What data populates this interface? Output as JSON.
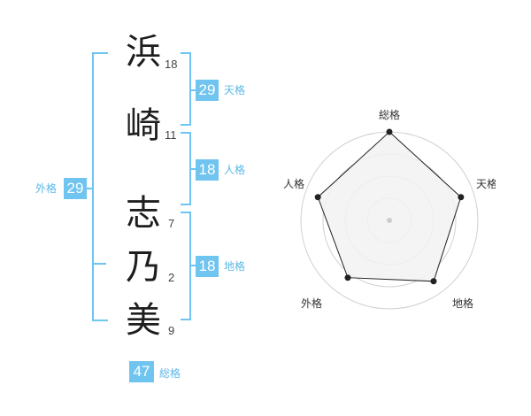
{
  "name": [
    {
      "char": "浜",
      "strokes": "18"
    },
    {
      "char": "崎",
      "strokes": "11"
    },
    {
      "char": "志",
      "strokes": "7"
    },
    {
      "char": "乃",
      "strokes": "2"
    },
    {
      "char": "美",
      "strokes": "9"
    }
  ],
  "fortunes": {
    "tenkaku": {
      "value": "29",
      "label": "天格"
    },
    "jinkaku": {
      "value": "18",
      "label": "人格"
    },
    "chikaku": {
      "value": "18",
      "label": "地格"
    },
    "gaikaku": {
      "value": "29",
      "label": "外格"
    },
    "soukaku": {
      "value": "47",
      "label": "総格"
    }
  },
  "radar": {
    "axes": [
      "総格",
      "天格",
      "地格",
      "外格",
      "人格"
    ],
    "values": [
      1.0,
      0.85,
      0.85,
      0.8,
      0.85
    ],
    "levels": 4,
    "colors": {
      "ring": "#d0d0d0",
      "fill": "#f2f2f2",
      "line": "#222222",
      "center": "#cccccc"
    }
  },
  "colors": {
    "accent": "#6fc4f0"
  }
}
